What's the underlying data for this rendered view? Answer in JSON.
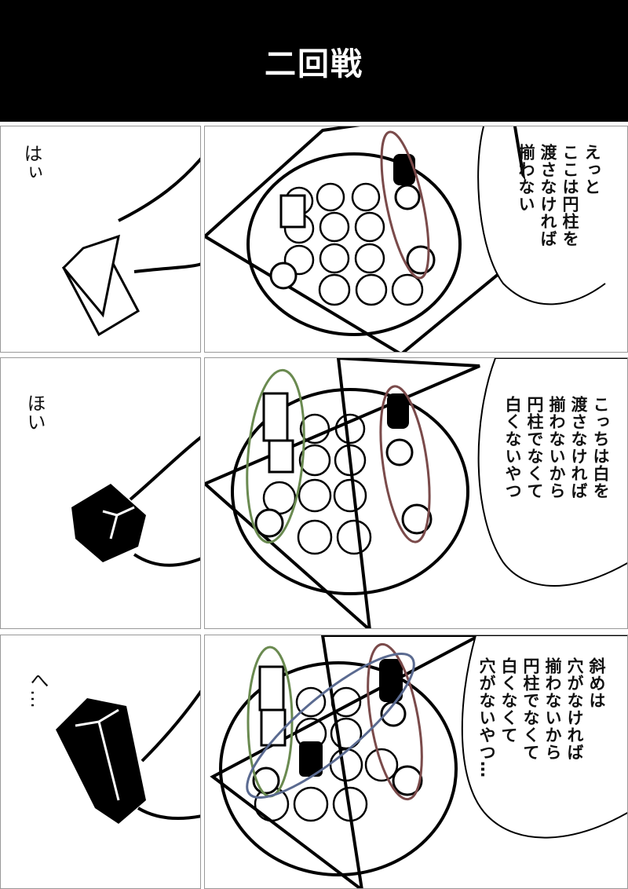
{
  "title": "二回戦",
  "panels": [
    {
      "sfx": "はぃ",
      "bubble": [
        "えっと",
        "ここは円柱を",
        "渡さなければ",
        "揃わない"
      ]
    },
    {
      "sfx": "ほい",
      "bubble": [
        "こっちは白を",
        "渡さなければ",
        "揃わないから",
        "円柱でなくて",
        "白くないやつ"
      ]
    },
    {
      "sfx": "へ…",
      "bubble": [
        "斜めは",
        "穴がなければ",
        "揃わないから",
        "円柱でなくて",
        "白くなくて",
        "穴がないやつ…"
      ]
    }
  ],
  "colors": {
    "brown": "#7a4a4a",
    "green": "#6a8a50",
    "blue": "#5a6a90"
  }
}
